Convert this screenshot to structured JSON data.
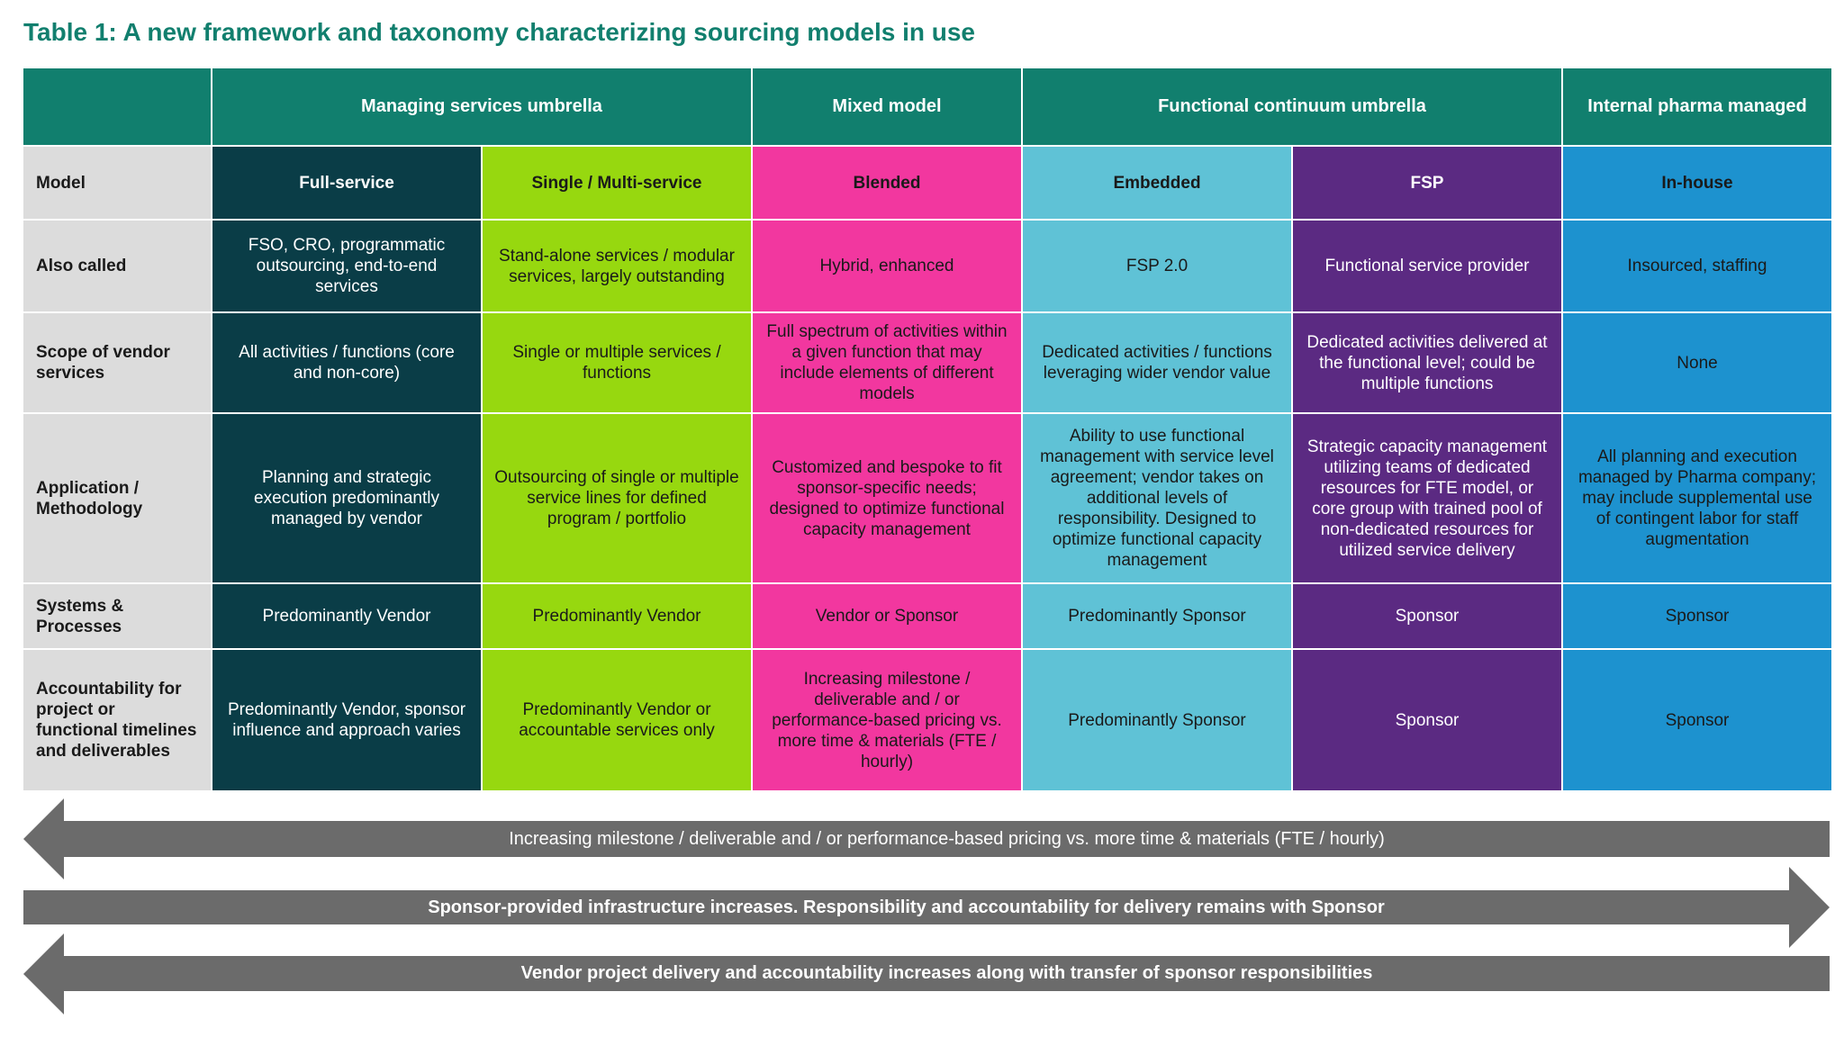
{
  "title": "Table 1: A new framework and taxonomy characterizing sourcing models in use",
  "umbrellas": [
    {
      "label": "Managing services umbrella"
    },
    {
      "label": "Mixed model"
    },
    {
      "label": "Functional continuum umbrella"
    },
    {
      "label": "Internal pharma managed"
    }
  ],
  "rows": {
    "model": {
      "label": "Model",
      "cells": [
        "Full-service",
        "Single / Multi-service",
        "Blended",
        "Embedded",
        "FSP",
        "In-house"
      ]
    },
    "also_called": {
      "label": "Also called",
      "cells": [
        "FSO, CRO, programmatic outsourcing, end-to-end services",
        "Stand-alone services / modular services, largely outstanding",
        "Hybrid, enhanced",
        "FSP 2.0",
        "Functional service provider",
        "Insourced, staffing"
      ]
    },
    "scope": {
      "label": "Scope of vendor services",
      "cells": [
        "All activities / functions (core and non-core)",
        "Single or multiple services / functions",
        "Full spectrum of activities within a given function that may include elements of different models",
        "Dedicated activities / functions leveraging wider vendor value",
        "Dedicated activities delivered at the functional level; could be multiple functions",
        "None"
      ]
    },
    "application": {
      "label": "Application / Methodology",
      "cells": [
        "Planning and strategic execution predominantly managed by vendor",
        "Outsourcing of single  or multiple service lines for defined program / portfolio",
        "Customized and bespoke to fit sponsor-specific needs; designed to optimize functional capacity management",
        "Ability to use functional management with service level agreement; vendor takes on additional levels of responsibility. Designed to optimize functional capacity management",
        "Strategic capacity management utilizing teams of dedicated resources for FTE model, or core group with trained pool of non-dedicated resources for utilized service delivery",
        "All planning and execution managed by Pharma company; may include supplemental use of contingent labor for staff augmentation"
      ]
    },
    "systems": {
      "label": "Systems & Processes",
      "cells": [
        "Predominantly Vendor",
        "Predominantly Vendor",
        "Vendor or Sponsor",
        "Predominantly Sponsor",
        "Sponsor",
        "Sponsor"
      ]
    },
    "accountability": {
      "label": "Accountability for project or functional timelines and deliverables",
      "cells": [
        "Predominantly Vendor, sponsor influence and approach varies",
        "Predominantly Vendor or accountable services only",
        "Increasing milestone / deliverable and / or performance-based pricing vs. more time & materials (FTE / hourly)",
        "Predominantly Sponsor",
        "Sponsor",
        "Sponsor"
      ]
    }
  },
  "colors": {
    "header": "#117f6e",
    "row_label": "#dcdcdc",
    "full_service": "#0a3d47",
    "single_multi": "#97d80f",
    "blended": "#f2379f",
    "embedded": "#5fc2d6",
    "fsp": "#5b2a82",
    "in_house": "#1d92cf",
    "arrow": "#6b6b6b"
  },
  "arrows": [
    {
      "direction": "left",
      "text": "Increasing milestone / deliverable and / or performance-based pricing vs. more time & materials (FTE / hourly)"
    },
    {
      "direction": "right",
      "text": "Sponsor-provided infrastructure increases. Responsibility and accountability for delivery remains with Sponsor"
    },
    {
      "direction": "left",
      "text": "Vendor project delivery and accountability increases along with transfer of sponsor responsibilities"
    }
  ]
}
